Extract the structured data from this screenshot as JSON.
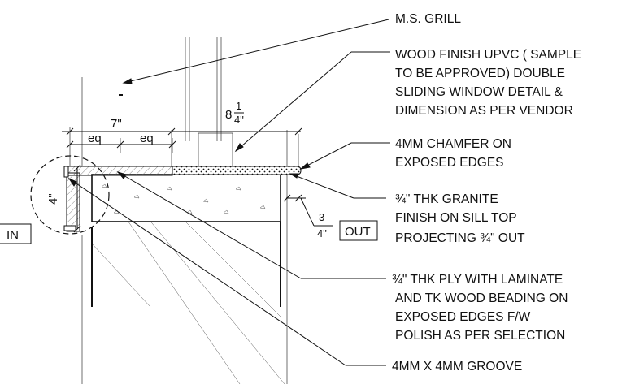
{
  "notes": {
    "grill": "M.S. GRILL",
    "window": [
      "WOOD FINISH UPVC ( SAMPLE",
      "TO BE APPROVED) DOUBLE",
      "SLIDING WINDOW DETAIL &",
      "DIMENSION AS PER VENDOR"
    ],
    "chamfer": [
      "4MM CHAMFER ON",
      "EXPOSED EDGES"
    ],
    "granite": [
      "¾\" THK GRANITE",
      "FINISH ON SILL TOP",
      "PROJECTING ¾\" OUT"
    ],
    "ply": [
      "¾\" THK PLY WITH LAMINATE",
      "AND TK WOOD BEADING ON",
      "EXPOSED EDGES F/W",
      "POLISH AS PER  SELECTION"
    ],
    "groove": "4MM X 4MM GROOVE"
  },
  "labels": {
    "in": "IN",
    "out": "OUT",
    "seven": "7\"",
    "eq1": "eq",
    "eq2": "eq",
    "eight_whole": "8",
    "eight_num": "1",
    "eight_den": "4\"",
    "four": "4\"",
    "frac_num": "3",
    "frac_den": "4\""
  },
  "colors": {
    "line": "#111111",
    "background": "#ffffff"
  }
}
